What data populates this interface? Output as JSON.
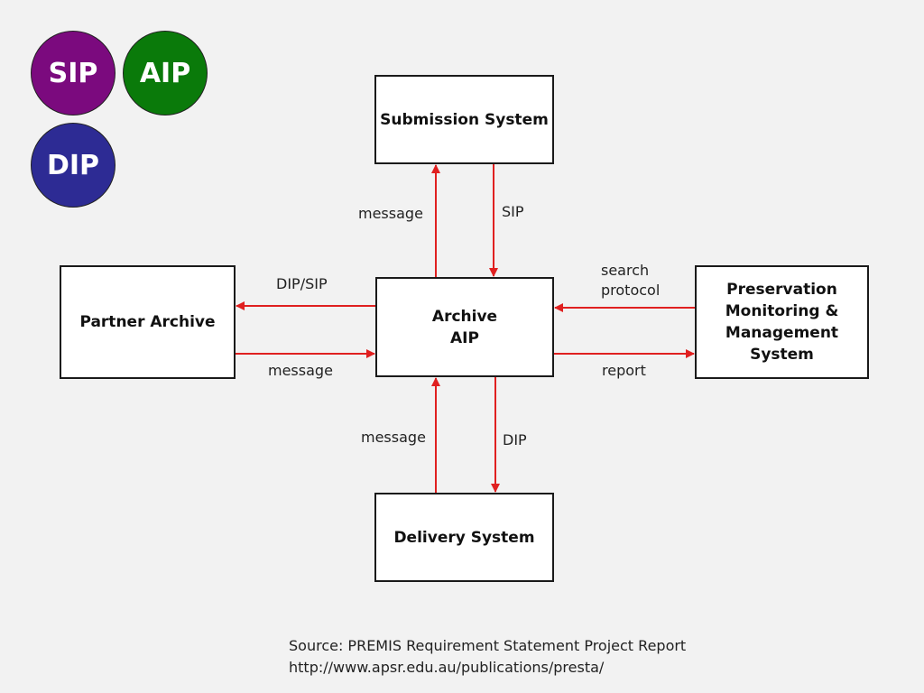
{
  "circles": {
    "sip": {
      "label": "SIP",
      "color": "#7b0a7e"
    },
    "aip": {
      "label": "AIP",
      "color": "#0a7a0a"
    },
    "dip": {
      "label": "DIP",
      "color": "#2d2b94"
    }
  },
  "nodes": {
    "submission": "Submission System",
    "archive": "Archive\nAIP",
    "partner": "Partner Archive",
    "preservation": "Preservation\nMonitoring &\nManagement\nSystem",
    "delivery": "Delivery System"
  },
  "edges": {
    "message_top": "message",
    "sip": "SIP",
    "dip_sip": "DIP/SIP",
    "message_left": "message",
    "search_protocol": "search\nprotocol",
    "report": "report",
    "message_bottom": "message",
    "dip": "DIP"
  },
  "arrow_color": "#e02020",
  "source": {
    "line1": "Source: PREMIS Requirement Statement Project Report",
    "line2": "http://www.apsr.edu.au/publications/presta/"
  }
}
